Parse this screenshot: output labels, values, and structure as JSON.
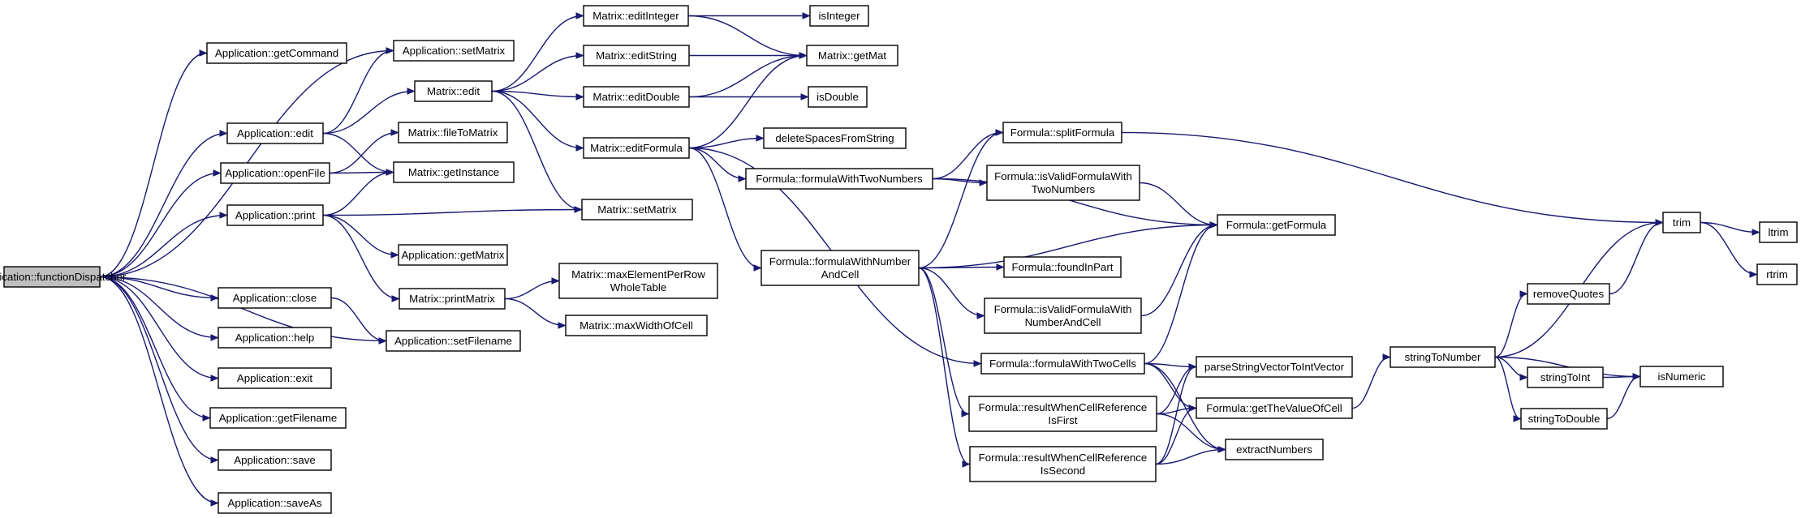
{
  "diagram": {
    "type": "call-graph",
    "colors": {
      "edge": "#191970",
      "node_border": "#000000",
      "root_fill": "#bfbfbf",
      "node_fill": "#ffffff"
    },
    "nodes": [
      {
        "id": "n0",
        "lines": [
          "Application::functionDispatcher"
        ],
        "root": true
      },
      {
        "id": "n1",
        "lines": [
          "Application::getCommand"
        ]
      },
      {
        "id": "n2",
        "lines": [
          "Application::edit"
        ]
      },
      {
        "id": "n3",
        "lines": [
          "Application::setMatrix"
        ]
      },
      {
        "id": "n4",
        "lines": [
          "Matrix::edit"
        ]
      },
      {
        "id": "n5",
        "lines": [
          "Matrix::editDouble"
        ]
      },
      {
        "id": "n6",
        "lines": [
          "Matrix::getMat"
        ]
      },
      {
        "id": "n7",
        "lines": [
          "isDouble"
        ]
      },
      {
        "id": "n8",
        "lines": [
          "Matrix::editFormula"
        ]
      },
      {
        "id": "n9",
        "lines": [
          "deleteSpacesFromString"
        ]
      },
      {
        "id": "n10",
        "lines": [
          "Formula::formulaWithNumber",
          "AndCell"
        ]
      },
      {
        "id": "n11",
        "lines": [
          "Formula::foundInPart"
        ]
      },
      {
        "id": "n12",
        "lines": [
          "Formula::getFormula"
        ]
      },
      {
        "id": "n13",
        "lines": [
          "Formula::isValidFormulaWith",
          "NumberAndCell"
        ]
      },
      {
        "id": "n14",
        "lines": [
          "Formula::splitFormula"
        ]
      },
      {
        "id": "n15",
        "lines": [
          "trim"
        ]
      },
      {
        "id": "n16",
        "lines": [
          "ltrim"
        ]
      },
      {
        "id": "n17",
        "lines": [
          "rtrim"
        ]
      },
      {
        "id": "n18",
        "lines": [
          "Formula::resultWhenCellReference",
          "IsFirst"
        ]
      },
      {
        "id": "n19",
        "lines": [
          "extractNumbers"
        ]
      },
      {
        "id": "n20",
        "lines": [
          "Formula::getTheValueOfCell"
        ]
      },
      {
        "id": "n21",
        "lines": [
          "stringToNumber"
        ]
      },
      {
        "id": "n22",
        "lines": [
          "isNumeric"
        ]
      },
      {
        "id": "n23",
        "lines": [
          "removeQuotes"
        ]
      },
      {
        "id": "n24",
        "lines": [
          "stringToDouble"
        ]
      },
      {
        "id": "n25",
        "lines": [
          "stringToInt"
        ]
      },
      {
        "id": "n26",
        "lines": [
          "parseStringVectorToIntVector"
        ]
      },
      {
        "id": "n27",
        "lines": [
          "Formula::resultWhenCellReference",
          "IsSecond"
        ]
      },
      {
        "id": "n28",
        "lines": [
          "Formula::formulaWithTwoCells"
        ]
      },
      {
        "id": "n29",
        "lines": [
          "Formula::formulaWithTwoNumbers"
        ]
      },
      {
        "id": "n30",
        "lines": [
          "Formula::isValidFormulaWith",
          "TwoNumbers"
        ]
      },
      {
        "id": "n31",
        "lines": [
          "Matrix::editInteger"
        ]
      },
      {
        "id": "n32",
        "lines": [
          "isInteger"
        ]
      },
      {
        "id": "n33",
        "lines": [
          "Matrix::editString"
        ]
      },
      {
        "id": "n34",
        "lines": [
          "Matrix::setMatrix"
        ]
      },
      {
        "id": "n35",
        "lines": [
          "Matrix::getInstance"
        ]
      },
      {
        "id": "n36",
        "lines": [
          "Application::exit"
        ]
      },
      {
        "id": "n37",
        "lines": [
          "Application::getFilename"
        ]
      },
      {
        "id": "n38",
        "lines": [
          "Application::help"
        ]
      },
      {
        "id": "n39",
        "lines": [
          "Application::openFile"
        ]
      },
      {
        "id": "n40",
        "lines": [
          "Matrix::fileToMatrix"
        ]
      },
      {
        "id": "n41",
        "lines": [
          "Application::print"
        ]
      },
      {
        "id": "n42",
        "lines": [
          "Application::getMatrix"
        ]
      },
      {
        "id": "n43",
        "lines": [
          "Matrix::printMatrix"
        ]
      },
      {
        "id": "n44",
        "lines": [
          "Matrix::maxElementPerRow",
          "WholeTable"
        ]
      },
      {
        "id": "n45",
        "lines": [
          "Matrix::maxWidthOfCell"
        ]
      },
      {
        "id": "n46",
        "lines": [
          "Application::save"
        ]
      },
      {
        "id": "n47",
        "lines": [
          "Application::saveAs"
        ]
      },
      {
        "id": "n48",
        "lines": [
          "Application::close"
        ]
      },
      {
        "id": "n49",
        "lines": [
          "Application::setFilename"
        ]
      }
    ],
    "edges": [
      [
        "n0",
        "n1"
      ],
      [
        "n0",
        "n2"
      ],
      [
        "n0",
        "n3"
      ],
      [
        "n0",
        "n39"
      ],
      [
        "n0",
        "n41"
      ],
      [
        "n0",
        "n48"
      ],
      [
        "n0",
        "n38"
      ],
      [
        "n0",
        "n36"
      ],
      [
        "n0",
        "n37"
      ],
      [
        "n0",
        "n46"
      ],
      [
        "n0",
        "n47"
      ],
      [
        "n0",
        "n49"
      ],
      [
        "n2",
        "n3"
      ],
      [
        "n2",
        "n4"
      ],
      [
        "n2",
        "n35"
      ],
      [
        "n4",
        "n31"
      ],
      [
        "n4",
        "n33"
      ],
      [
        "n4",
        "n5"
      ],
      [
        "n4",
        "n8"
      ],
      [
        "n4",
        "n34"
      ],
      [
        "n31",
        "n6"
      ],
      [
        "n31",
        "n32"
      ],
      [
        "n33",
        "n6"
      ],
      [
        "n5",
        "n6"
      ],
      [
        "n5",
        "n7"
      ],
      [
        "n8",
        "n6"
      ],
      [
        "n8",
        "n9"
      ],
      [
        "n8",
        "n29"
      ],
      [
        "n8",
        "n10"
      ],
      [
        "n8",
        "n28"
      ],
      [
        "n29",
        "n14"
      ],
      [
        "n29",
        "n30"
      ],
      [
        "n29",
        "n12"
      ],
      [
        "n30",
        "n12"
      ],
      [
        "n10",
        "n14"
      ],
      [
        "n10",
        "n12"
      ],
      [
        "n10",
        "n11"
      ],
      [
        "n10",
        "n13"
      ],
      [
        "n10",
        "n18"
      ],
      [
        "n10",
        "n27"
      ],
      [
        "n13",
        "n12"
      ],
      [
        "n14",
        "n15"
      ],
      [
        "n28",
        "n12"
      ],
      [
        "n28",
        "n26"
      ],
      [
        "n28",
        "n20"
      ],
      [
        "n28",
        "n19"
      ],
      [
        "n18",
        "n26"
      ],
      [
        "n18",
        "n20"
      ],
      [
        "n18",
        "n19"
      ],
      [
        "n27",
        "n26"
      ],
      [
        "n27",
        "n20"
      ],
      [
        "n27",
        "n19"
      ],
      [
        "n20",
        "n21"
      ],
      [
        "n21",
        "n15"
      ],
      [
        "n21",
        "n23"
      ],
      [
        "n21",
        "n25"
      ],
      [
        "n21",
        "n24"
      ],
      [
        "n21",
        "n22"
      ],
      [
        "n23",
        "n15"
      ],
      [
        "n25",
        "n22"
      ],
      [
        "n24",
        "n22"
      ],
      [
        "n15",
        "n16"
      ],
      [
        "n15",
        "n17"
      ],
      [
        "n39",
        "n40"
      ],
      [
        "n39",
        "n35"
      ],
      [
        "n41",
        "n35"
      ],
      [
        "n41",
        "n34"
      ],
      [
        "n41",
        "n42"
      ],
      [
        "n41",
        "n43"
      ],
      [
        "n43",
        "n44"
      ],
      [
        "n43",
        "n45"
      ],
      [
        "n48",
        "n49"
      ]
    ]
  }
}
